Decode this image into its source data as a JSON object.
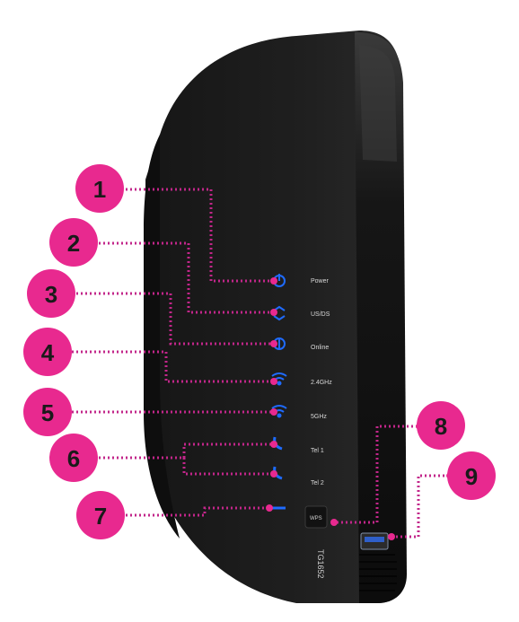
{
  "colors": {
    "callout_fill": "#e8298f",
    "leader_line": "#c2268a",
    "led_blue": "#1f6bff",
    "device_body": "#1b1b1b"
  },
  "led_labels": {
    "power": "Power",
    "usds": "US/DS",
    "online": "Online",
    "wifi24": "2.4GHz",
    "wifi5": "5GHz",
    "tel1": "Tel 1",
    "tel2": "Tel 2"
  },
  "device": {
    "model": "TG1652",
    "wps_label": "WPS"
  },
  "icons": {
    "power": "power-icon",
    "usds": "up-down-arrows-icon",
    "online": "globe-icon",
    "wifi24": "wifi-icon",
    "wifi5": "wifi-icon",
    "tel": "phone-icon",
    "usb": "usb-port"
  },
  "callouts": {
    "c1": "1",
    "c2": "2",
    "c3": "3",
    "c4": "4",
    "c5": "5",
    "c6": "6",
    "c7": "7",
    "c8": "8",
    "c9": "9"
  }
}
